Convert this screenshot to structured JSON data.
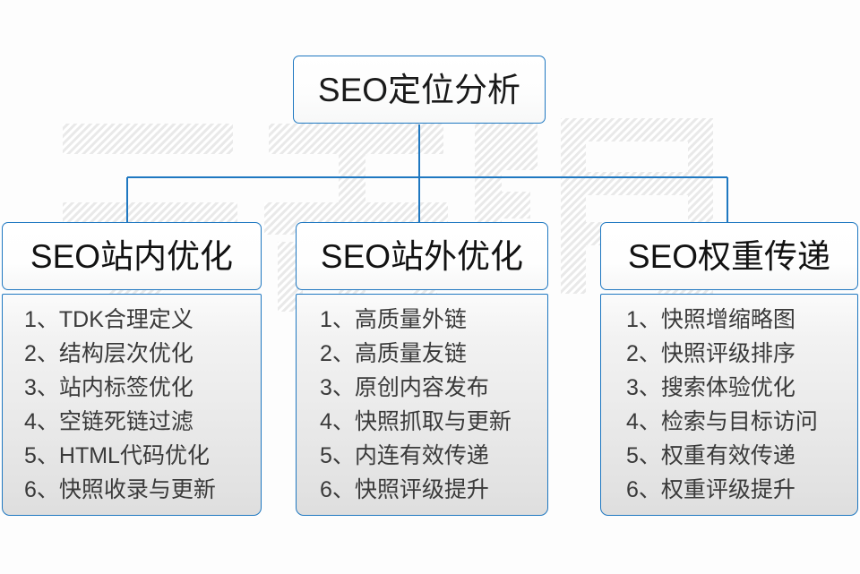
{
  "diagram": {
    "root": {
      "title": "SEO定位分析"
    },
    "watermark": {
      "text": "云无限"
    },
    "colors": {
      "border": "#1f78c1",
      "heading_text": "#121212",
      "item_text": "#3a3a3a",
      "page_background": "#fdfdfd"
    },
    "columns": [
      {
        "title": "SEO站内优化",
        "items": [
          {
            "num": "1、",
            "text": "TDK合理定义"
          },
          {
            "num": "2、",
            "text": "结构层次优化"
          },
          {
            "num": "3、",
            "text": "站内标签优化"
          },
          {
            "num": "4、",
            "text": "空链死链过滤"
          },
          {
            "num": "5、",
            "text": "HTML代码优化"
          },
          {
            "num": "6、",
            "text": "快照收录与更新"
          }
        ]
      },
      {
        "title": "SEO站外优化",
        "items": [
          {
            "num": "1、",
            "text": "高质量外链"
          },
          {
            "num": "2、",
            "text": "高质量友链"
          },
          {
            "num": "3、",
            "text": "原创内容发布"
          },
          {
            "num": "4、",
            "text": "快照抓取与更新"
          },
          {
            "num": "5、",
            "text": "内连有效传递"
          },
          {
            "num": "6、",
            "text": "快照评级提升"
          }
        ]
      },
      {
        "title": "SEO权重传递",
        "items": [
          {
            "num": "1、",
            "text": "快照增缩略图"
          },
          {
            "num": "2、",
            "text": "快照评级排序"
          },
          {
            "num": "3、",
            "text": "搜索体验优化"
          },
          {
            "num": "4、",
            "text": "检索与目标访问"
          },
          {
            "num": "5、",
            "text": "权重有效传递"
          },
          {
            "num": "6、",
            "text": "权重评级提升"
          }
        ]
      }
    ]
  }
}
